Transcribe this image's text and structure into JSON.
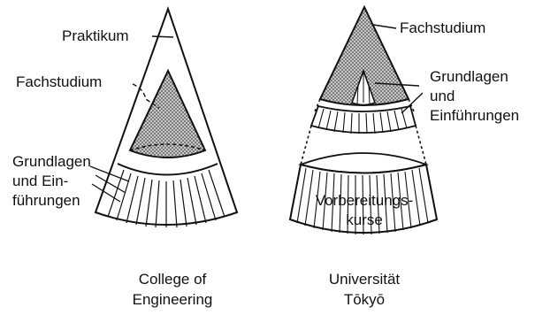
{
  "left_diagram": {
    "praktikum": "Praktikum",
    "fachstudium": "Fachstudium",
    "grundlagen": [
      "Grundlagen",
      "und Ein-",
      "führungen"
    ],
    "caption": [
      "College of",
      "Engineering"
    ]
  },
  "right_diagram": {
    "fachstudium": "Fachstudium",
    "grundlagen": [
      "Grundlagen",
      "und",
      "Einführungen"
    ],
    "vorbereitung": [
      "Vorbereitungs-",
      "kurse"
    ],
    "caption": [
      "Universität",
      "Tōkyō"
    ]
  },
  "colors": {
    "ink": "#111111",
    "stipple": "#9a9a9a",
    "paper": "#ffffff"
  }
}
